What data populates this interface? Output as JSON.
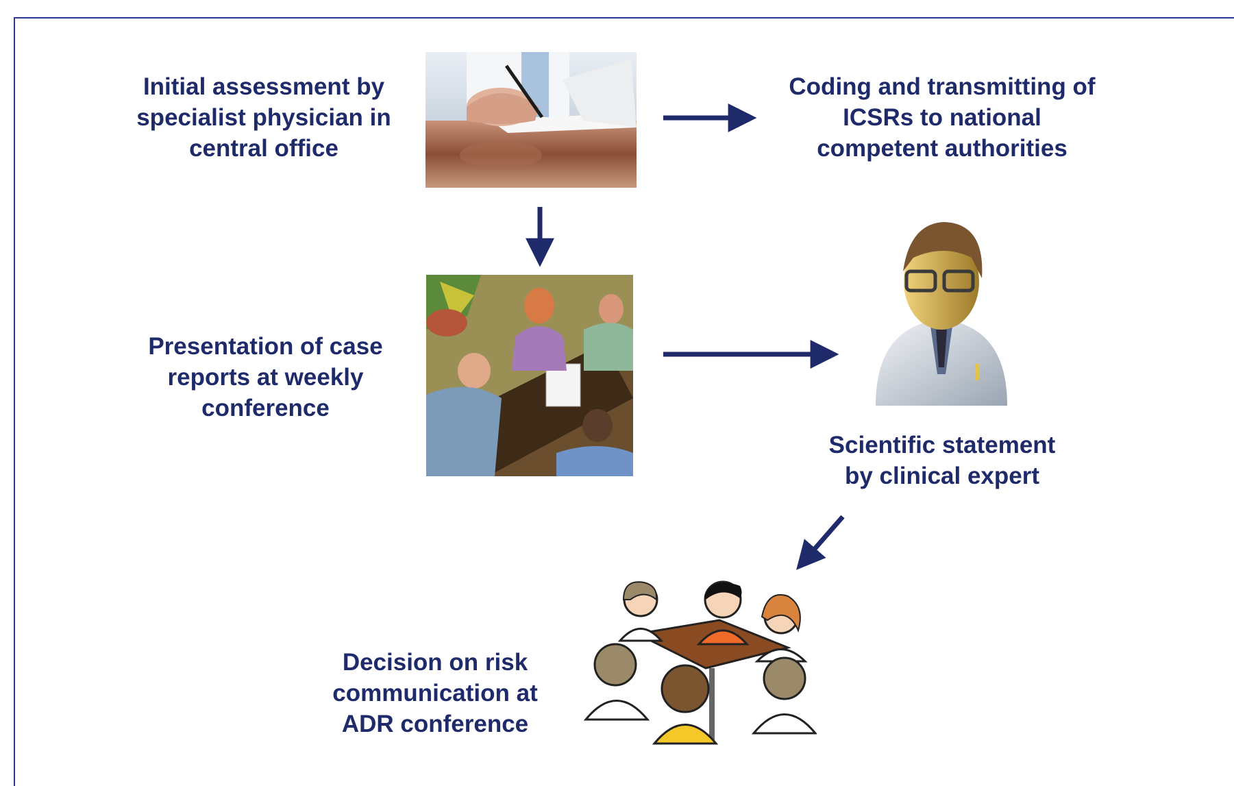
{
  "colors": {
    "text": "#1f2a6b",
    "arrow": "#1f2a6b",
    "frame": "#2b3a8c"
  },
  "steps": {
    "initial_assessment": "Initial assessment by\nspecialist physician in\ncentral office",
    "coding_transmitting": "Coding and transmitting of\nICSRs to national\ncompetent authorities",
    "presentation": "Presentation of case\nreports at weekly\nconference",
    "scientific_statement": "Scientific statement\nby clinical expert",
    "decision": "Decision on risk\ncommunication at\nADR conference"
  },
  "images": {
    "writing_hand": "writing-hand-photo",
    "meeting_clipart": "meeting-clipart",
    "clinical_expert": "clinical-expert-icon",
    "round_table": "round-table-meeting-clipart"
  }
}
